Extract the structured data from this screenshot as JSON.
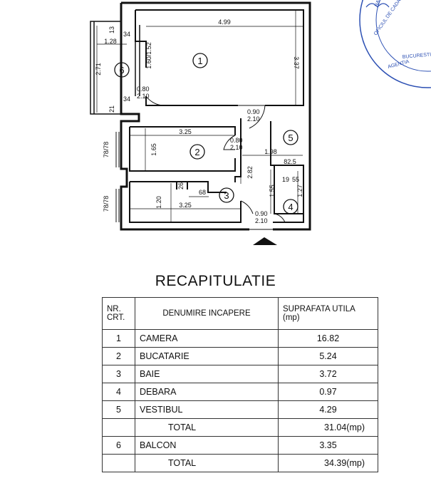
{
  "plan": {
    "room_numbers": [
      "1",
      "2",
      "3",
      "4",
      "5",
      "6"
    ],
    "dimensions": {
      "camera_width": "4.99",
      "camera_height": "3.37",
      "balcony_width": "1.28",
      "balcony_height": "2.71",
      "window_height": "1.60/1.52",
      "door_balcony": "0.80\n2.10",
      "wall_13": "13",
      "wall_34a": "34",
      "wall_34b": "34",
      "wall_21": "21",
      "door_camera": "0.90\n2.10",
      "kitchen_width": "3.25",
      "kitchen_height": "1.65",
      "kitchen_window": "78/78",
      "door_kitchen": "0.80\n2.10",
      "hall_width": "1.98",
      "hall_depth": "2.82",
      "closet_width": "82.5",
      "bath_width": "3.25",
      "bath_height": "1.20",
      "bath_window": "78/78",
      "bath_26": "26",
      "bath_68": "68",
      "closet_155": "1.55",
      "closet_19": "19",
      "closet_55": "55",
      "closet_127": "1.27",
      "entry_door": "0.90\n2.10"
    }
  },
  "stamp_text": [
    "NATIONALA",
    "OFICIUL DE CADASTRU",
    "BUCURESTI",
    "AGENTIA"
  ],
  "recap": {
    "title": "RECAPITULATIE",
    "headers": {
      "nr": "NR.\nCRT.",
      "name": "DENUMIRE INCAPERE",
      "area": "SUPRAFATA UTILA\n(mp)"
    },
    "rows": [
      {
        "nr": "1",
        "name": "CAMERA",
        "area": "16.82"
      },
      {
        "nr": "2",
        "name": "BUCATARIE",
        "area": "5.24"
      },
      {
        "nr": "3",
        "name": "BAIE",
        "area": "3.72"
      },
      {
        "nr": "4",
        "name": "DEBARA",
        "area": "0.97"
      },
      {
        "nr": "5",
        "name": "VESTIBUL",
        "area": "4.29"
      }
    ],
    "subtotal_label": "TOTAL",
    "subtotal_value": "31.04(mp)",
    "balcony": {
      "nr": "6",
      "name": "BALCON",
      "area": "3.35"
    },
    "total_label": "TOTAL",
    "total_value": "34.39(mp)"
  }
}
